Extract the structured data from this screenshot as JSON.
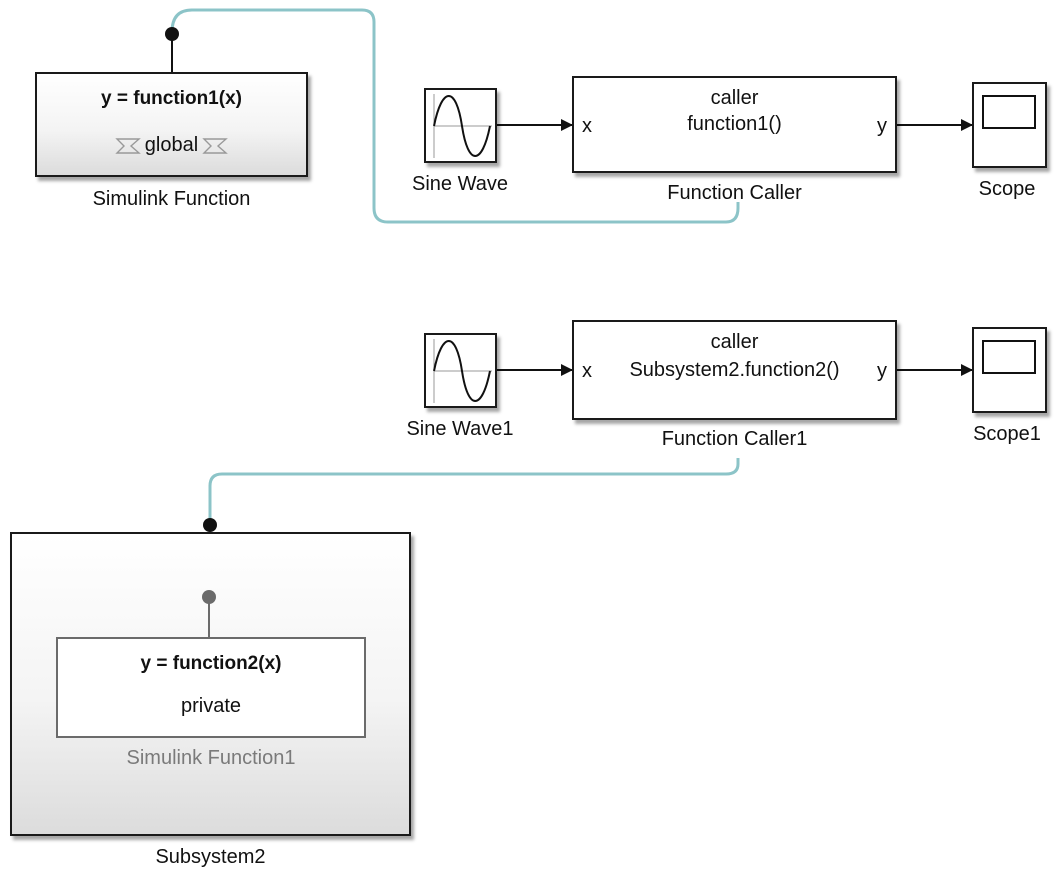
{
  "blocks": {
    "simulink_function": {
      "signature": "y = function1(x)",
      "visibility": "global",
      "name": "Simulink Function"
    },
    "sine_wave": {
      "name": "Sine Wave"
    },
    "function_caller": {
      "line1": "caller",
      "line2": "function1()",
      "in_port": "x",
      "out_port": "y",
      "name": "Function Caller"
    },
    "scope": {
      "name": "Scope"
    },
    "sine_wave1": {
      "name": "Sine Wave1"
    },
    "function_caller1": {
      "line1": "caller",
      "line2": "Subsystem2.function2()",
      "in_port": "x",
      "out_port": "y",
      "name": "Function Caller1"
    },
    "scope1": {
      "name": "Scope1"
    },
    "subsystem2": {
      "name": "Subsystem2"
    },
    "simulink_function1": {
      "signature": "y = function2(x)",
      "visibility": "private",
      "name": "Simulink Function1"
    }
  },
  "colors": {
    "function_link": "#8cc4c8",
    "block_border": "#1a1a1a",
    "disabled_text": "#7a7a7a"
  }
}
